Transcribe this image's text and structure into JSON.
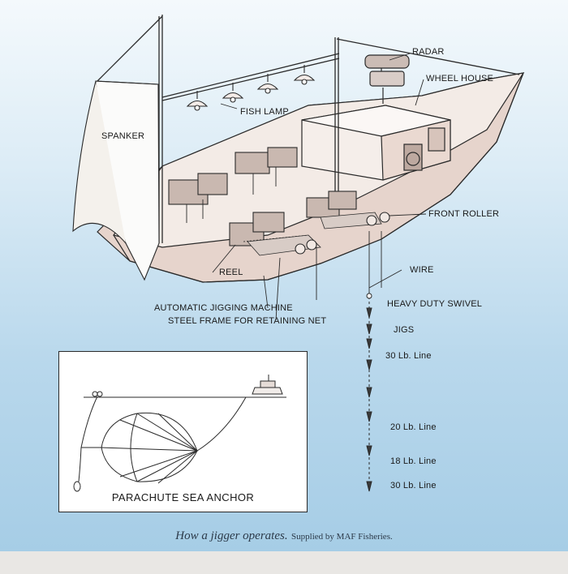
{
  "labels": {
    "radar": "RADAR",
    "wheel_house": "WHEEL HOUSE",
    "spanker": "SPANKER",
    "fish_lamp": "FISH LAMP",
    "front_roller": "FRONT ROLLER",
    "reel": "REEL",
    "wire": "WIRE",
    "heavy_duty_swivel": "HEAVY DUTY SWIVEL",
    "automatic_jigging_machine": "AUTOMATIC JIGGING MACHINE",
    "steel_frame": "STEEL FRAME FOR RETAINING NET",
    "jigs": "JIGS",
    "line_30a": "30 Lb. Line",
    "line_20": "20 Lb. Line",
    "line_18": "18 Lb. Line",
    "line_30b": "30 Lb. Line"
  },
  "inset": {
    "title": "PARACHUTE SEA ANCHOR"
  },
  "caption": {
    "main": "How a jigger operates.",
    "credit": "Supplied by MAF Fisheries."
  },
  "colors": {
    "background_top": "#f4f9fc",
    "background_bottom": "#a6cde6",
    "hull": "#e6d4cc",
    "deck": "#f3ebe6",
    "ink": "#1a1a1a"
  }
}
